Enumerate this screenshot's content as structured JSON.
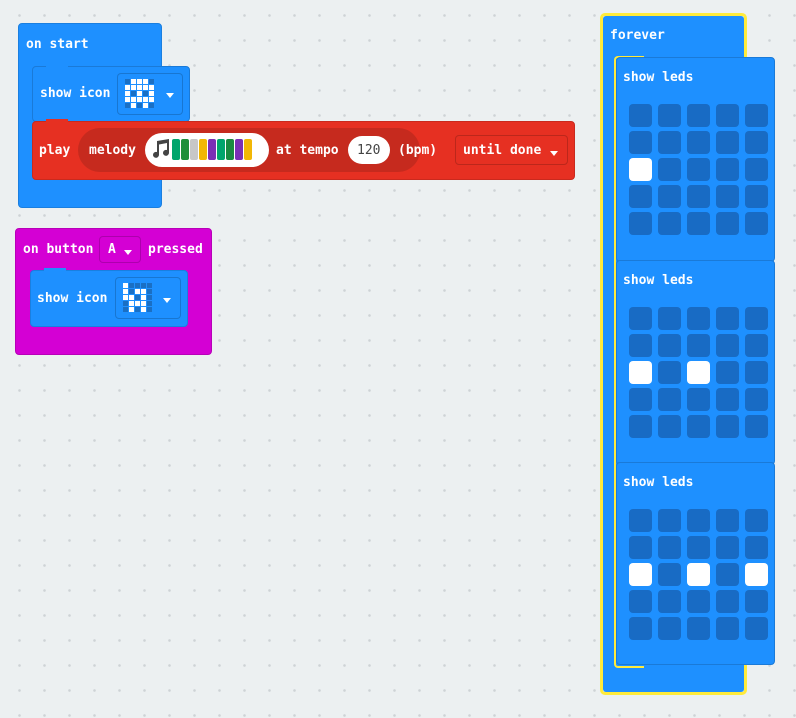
{
  "on_start": {
    "hat_label": "on start",
    "show_icon_label": "show icon",
    "icon_pattern": [
      [
        0,
        1,
        1,
        1,
        0
      ],
      [
        1,
        1,
        1,
        1,
        1
      ],
      [
        1,
        0,
        1,
        0,
        1
      ],
      [
        1,
        1,
        1,
        1,
        1
      ],
      [
        0,
        1,
        0,
        1,
        0
      ]
    ],
    "play_label": "play",
    "melody_label": "melody",
    "melody_icon": "music-note-icon",
    "melody_colors": [
      "#00a56c",
      "#1e8f3a",
      "#c7c7c7",
      "#f2b705",
      "#7b2fb5",
      "#00a56c",
      "#1a8a40",
      "#7b2fb5",
      "#f2b705"
    ],
    "tempo_label": "at tempo",
    "tempo_value": "120",
    "bpm_label": "(bpm)",
    "mode_label": "until done"
  },
  "on_button": {
    "prefix_label": "on button",
    "button_value": "A",
    "suffix_label": "pressed",
    "show_icon_label": "show icon",
    "icon_pattern": [
      [
        1,
        0,
        0,
        0,
        0
      ],
      [
        1,
        0,
        1,
        1,
        0
      ],
      [
        1,
        1,
        0,
        1,
        0
      ],
      [
        0,
        1,
        1,
        1,
        0
      ],
      [
        0,
        1,
        0,
        1,
        0
      ]
    ]
  },
  "forever": {
    "hat_label": "forever",
    "show_leds": [
      {
        "label": "show leds",
        "grid": [
          [
            0,
            0,
            0,
            0,
            0
          ],
          [
            0,
            0,
            0,
            0,
            0
          ],
          [
            1,
            0,
            0,
            0,
            0
          ],
          [
            0,
            0,
            0,
            0,
            0
          ],
          [
            0,
            0,
            0,
            0,
            0
          ]
        ]
      },
      {
        "label": "show leds",
        "grid": [
          [
            0,
            0,
            0,
            0,
            0
          ],
          [
            0,
            0,
            0,
            0,
            0
          ],
          [
            1,
            0,
            1,
            0,
            0
          ],
          [
            0,
            0,
            0,
            0,
            0
          ],
          [
            0,
            0,
            0,
            0,
            0
          ]
        ]
      },
      {
        "label": "show leds",
        "grid": [
          [
            0,
            0,
            0,
            0,
            0
          ],
          [
            0,
            0,
            0,
            0,
            0
          ],
          [
            1,
            0,
            1,
            0,
            1
          ],
          [
            0,
            0,
            0,
            0,
            0
          ],
          [
            0,
            0,
            0,
            0,
            0
          ]
        ]
      }
    ]
  },
  "colors": {
    "basic": "#1e90ff",
    "input": "#d400d4",
    "music": "#e63022",
    "highlight": "#ffeb3b",
    "canvas": "#ecf0f1"
  }
}
